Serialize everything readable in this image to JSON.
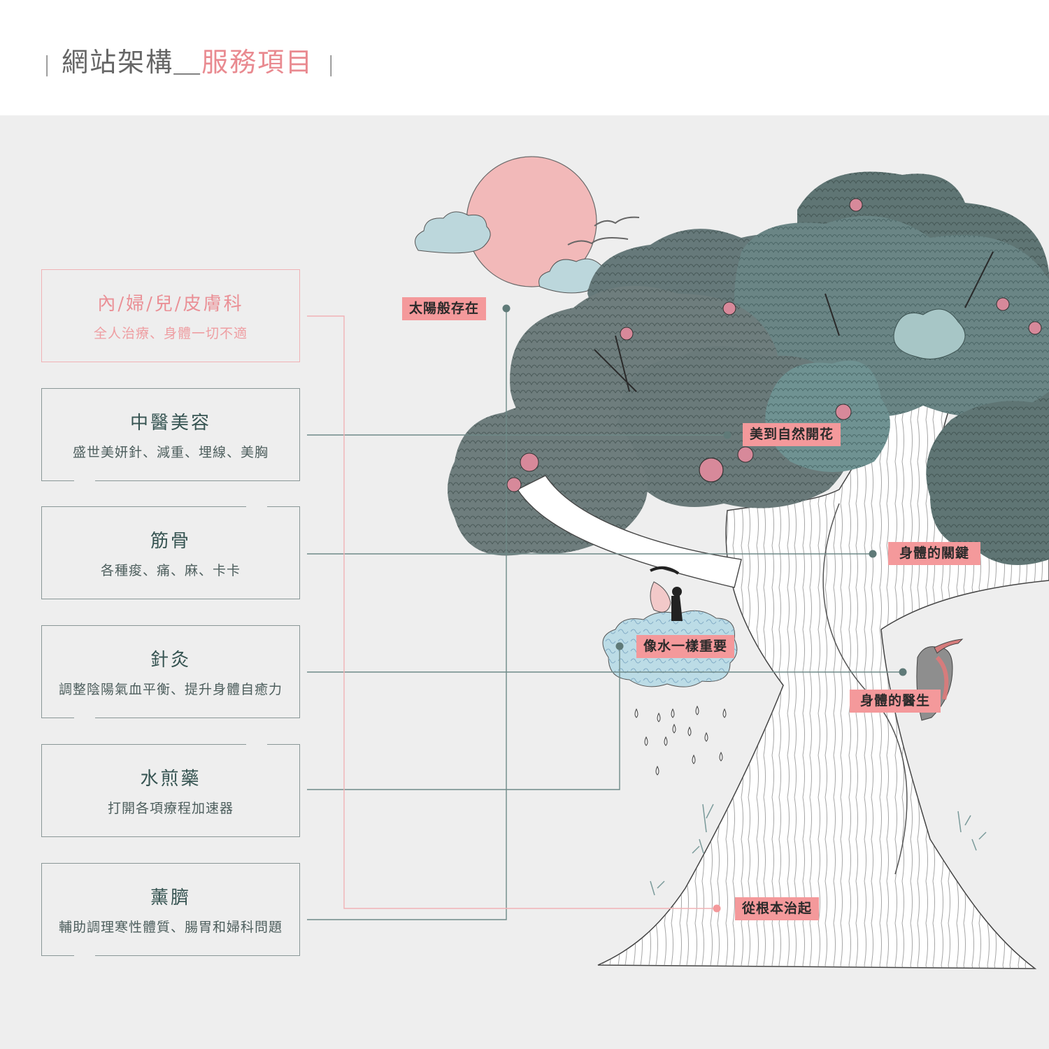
{
  "header": {
    "bar_left": "|",
    "title_main": "網站架構＿",
    "title_accent": "服務項目",
    "bar_right": "|"
  },
  "services": [
    {
      "title": "內/婦/兒/皮膚科",
      "subtitle": "全人治療、身體一切不適"
    },
    {
      "title": "中醫美容",
      "subtitle": "盛世美妍針、減重、埋線、美胸"
    },
    {
      "title": "筋骨",
      "subtitle": "各種痠、痛、麻、卡卡"
    },
    {
      "title": "針灸",
      "subtitle": "調整陰陽氣血平衡、提升身體自癒力"
    },
    {
      "title": "水煎藥",
      "subtitle": "打開各項療程加速器"
    },
    {
      "title": "薰臍",
      "subtitle": "輔助調理寒性體質、腸胃和婦科問題"
    }
  ],
  "tags": {
    "sun": "太陽般存在",
    "flower": "美到自然開花",
    "trunk": "身體的關鍵",
    "cloud": "像水一樣重要",
    "woodpecker": "身體的醫生",
    "root": "從根本治起"
  },
  "colors": {
    "accent_pink": "#e98a90",
    "line_teal": "#6e8a88",
    "line_pink": "#f0b2b5",
    "tag_bg": "#f4999b",
    "panel_bg": "#eeeeee"
  }
}
